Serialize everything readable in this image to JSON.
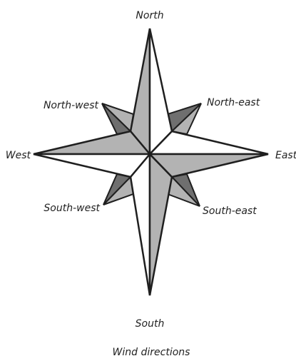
{
  "labels": {
    "north": "North",
    "south": "South",
    "east": "East",
    "west": "West",
    "north_east": "North-east",
    "north_west": "North-west",
    "south_east": "South-east",
    "south_west": "South-west"
  },
  "caption": "Wind directions",
  "colors": {
    "stroke": "#1f1f1f",
    "light_fill": "#ffffff",
    "grey_fill": "#b3b3b3",
    "dark_fill": "#6f6f6f"
  }
}
